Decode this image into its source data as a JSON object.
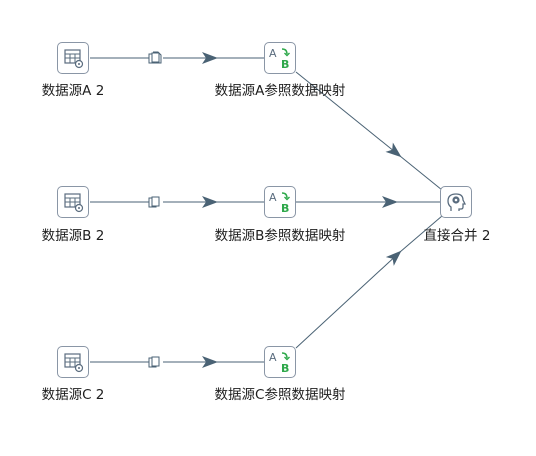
{
  "nodes": {
    "src_a": {
      "label": "数据源A 2",
      "icon": "table-input-icon"
    },
    "map_a": {
      "label": "数据源A参照数据映射",
      "icon": "value-mapper-icon"
    },
    "src_b": {
      "label": "数据源B 2",
      "icon": "table-input-icon"
    },
    "map_b": {
      "label": "数据源B参照数据映射",
      "icon": "value-mapper-icon"
    },
    "src_c": {
      "label": "数据源C 2",
      "icon": "table-input-icon"
    },
    "map_c": {
      "label": "数据源C参照数据映射",
      "icon": "value-mapper-icon"
    },
    "merge": {
      "label": "直接合并 2",
      "icon": "merge-head-icon"
    }
  },
  "colors": {
    "hop_line": "#4a6274",
    "icon_stroke": "#5a6c7e",
    "mapper_green": "#2ea84a"
  }
}
